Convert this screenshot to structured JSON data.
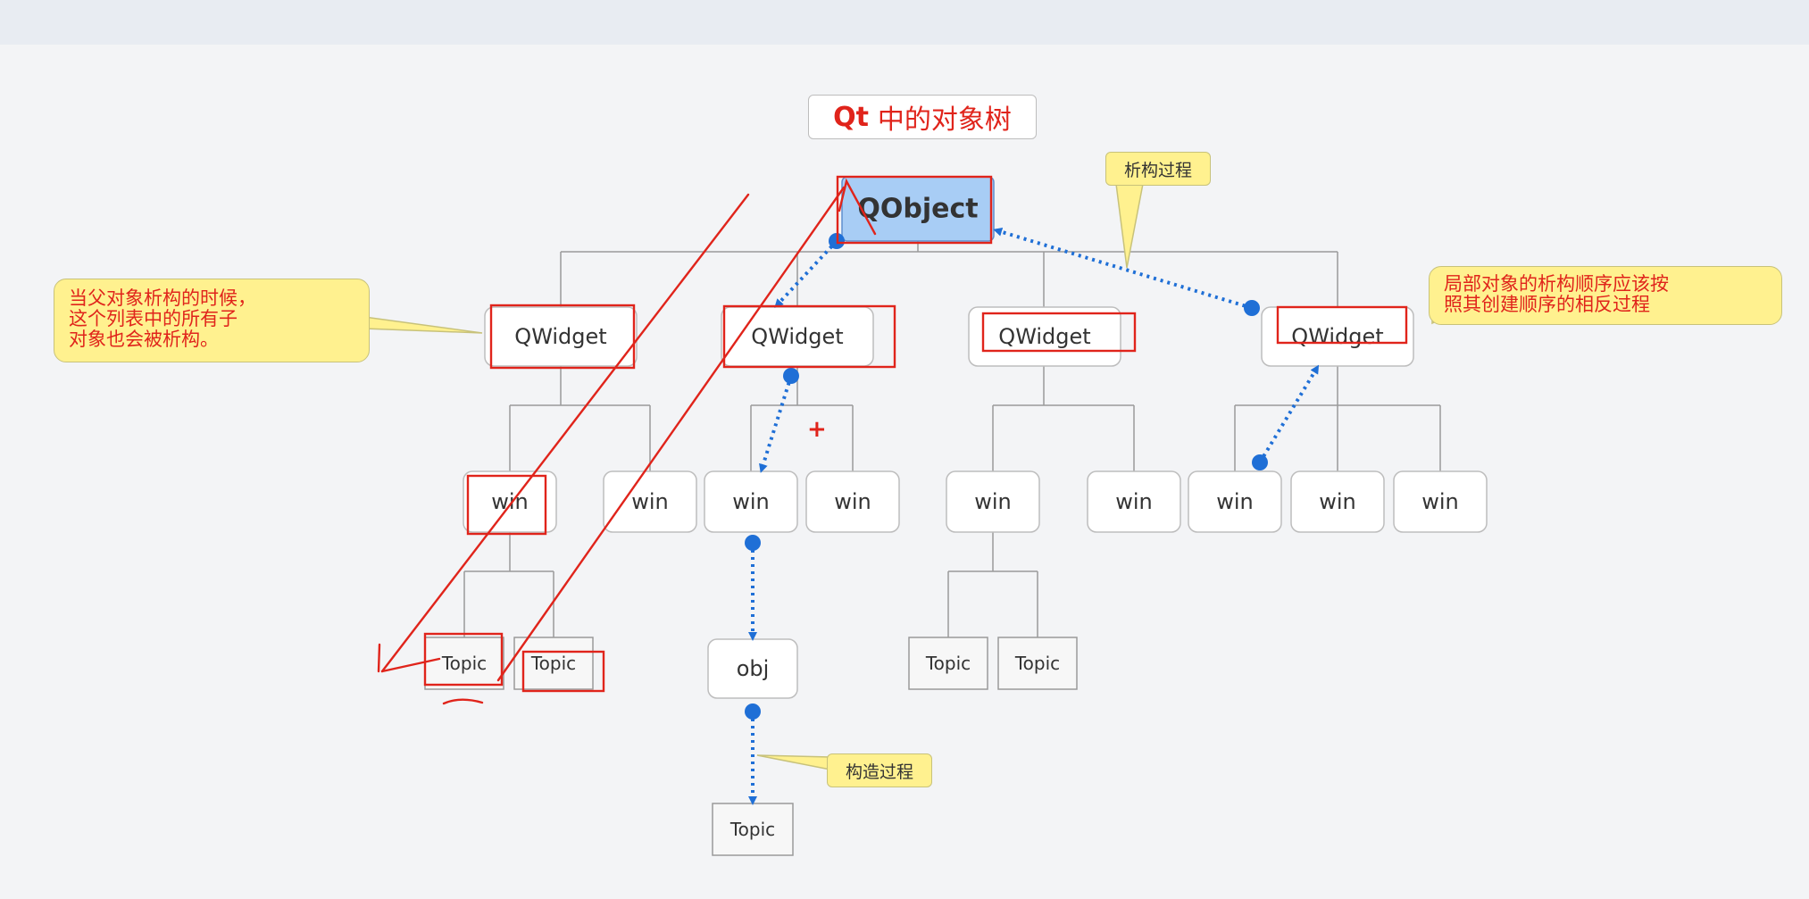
{
  "title": {
    "prefix": "Qt",
    "text": "中的对象树"
  },
  "root": {
    "label": "QObject"
  },
  "level1": [
    {
      "label": "QWidget"
    },
    {
      "label": "QWidget"
    },
    {
      "label": "QWidget"
    },
    {
      "label": "QWidget"
    }
  ],
  "win_label": "win",
  "topic_label": "Topic",
  "obj_label": "obj",
  "callouts": {
    "left": {
      "lines": [
        "当父对象析构的时候，",
        "这个列表中的所有子",
        "对象也会被析构。"
      ]
    },
    "right": {
      "lines": [
        "局部对象的析构顺序应该按",
        "照其创建顺序的相反过程"
      ]
    }
  },
  "tags": {
    "destruct": "析构过程",
    "construct": "构造过程"
  },
  "cursor": "+",
  "colors": {
    "annotation_red": "#e0241b",
    "arrow_blue": "#1f6fd6",
    "root_fill": "#a8cdf5",
    "callout_fill": "#fff18f"
  }
}
